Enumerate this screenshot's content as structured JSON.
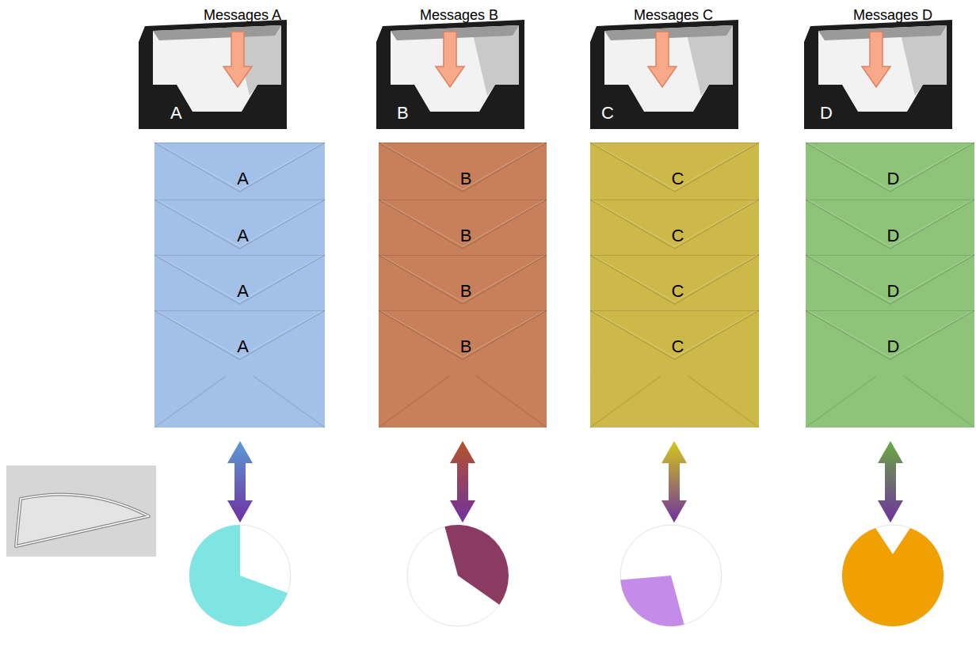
{
  "diagram": {
    "nodes": [
      {
        "text": [
          "Messages A",
          "A"
        ]
      },
      {
        "text": [
          "Messages B",
          "B"
        ]
      },
      {
        "text": [
          "Messages C",
          "C"
        ]
      },
      {
        "text": [
          "Messages D",
          "D"
        ]
      },
      {
        "text": [
          "A"
        ]
      },
      {
        "text": [
          "B"
        ]
      },
      {
        "text": [
          "C"
        ]
      },
      {
        "text": [
          "D"
        ]
      },
      {
        "text": [
          "A"
        ]
      },
      {
        "text": [
          "B"
        ]
      },
      {
        "text": [
          "C"
        ]
      },
      {
        "text": [
          "D"
        ]
      },
      {
        "text": [
          "A"
        ]
      },
      {
        "text": [
          "B"
        ]
      },
      {
        "text": [
          "C"
        ]
      },
      {
        "text": [
          "D"
        ]
      },
      {
        "text": [
          "A"
        ]
      },
      {
        "text": [
          "B"
        ]
      },
      {
        "text": [
          "C"
        ]
      },
      {
        "text": [
          "D"
        ]
      }
    ]
  }
}
